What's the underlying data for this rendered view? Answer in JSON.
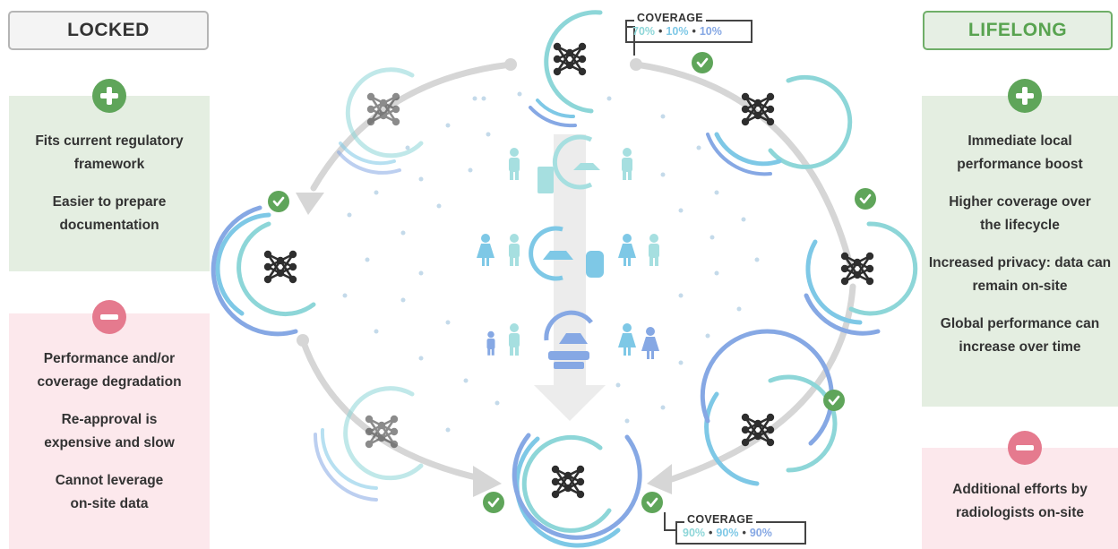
{
  "locked": {
    "title": "LOCKED",
    "pros": [
      "Fits current regulatory framework",
      "Easier to prepare documentation"
    ],
    "cons": [
      "Performance and/or coverage degradation",
      "Re-approval is expensive and slow",
      "Cannot leverage on-site data"
    ]
  },
  "lifelong": {
    "title": "LIFELONG",
    "pros": [
      "Immediate local performance boost",
      "Higher coverage over the lifecycle",
      "Increased privacy: data can remain on-site",
      "Global performance can increase over time"
    ],
    "cons": [
      "Additional efforts by radiologists on-site"
    ]
  },
  "coverage_top": {
    "label": "COVERAGE",
    "values": [
      "70%",
      "10%",
      "10%"
    ]
  },
  "coverage_bottom": {
    "label": "COVERAGE",
    "values": [
      "90%",
      "90%",
      "90%"
    ]
  },
  "colors": {
    "teal": "#8dd6d8",
    "light_blue": "#7ec8e6",
    "blue": "#86a8e4",
    "green": "#5fa55a",
    "pink": "#e57a8e",
    "gray": "#cfcfcf"
  },
  "icons": [
    "neural-network-icon",
    "check-icon",
    "plus-icon",
    "minus-icon",
    "person-icon",
    "scanner-icon",
    "arrow-icon"
  ]
}
